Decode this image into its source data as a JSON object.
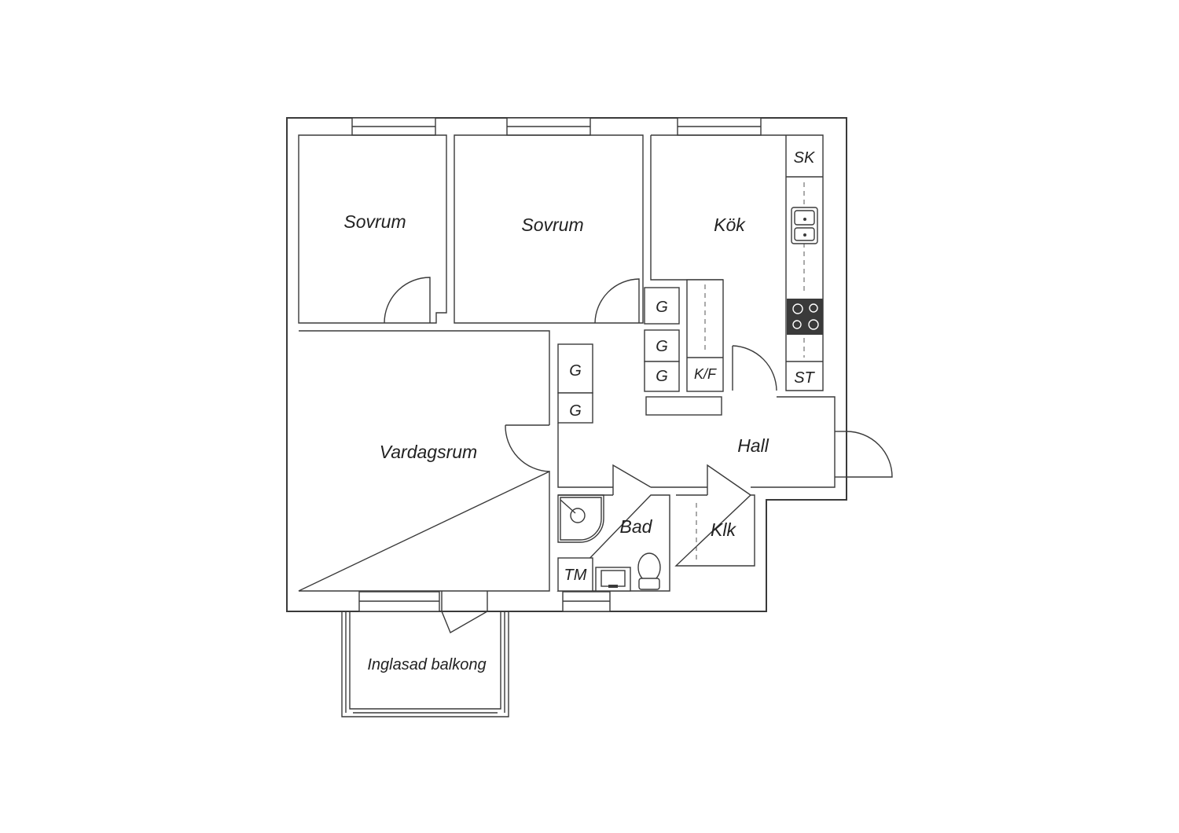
{
  "rooms": {
    "sovrum_1": "Sovrum",
    "sovrum_2": "Sovrum",
    "kok": "Kök",
    "vardagsrum": "Vardagsrum",
    "hall": "Hall",
    "bad": "Bad",
    "klk": "Klk",
    "balkong": "Inglasad balkong"
  },
  "fixtures": {
    "sk": "SK",
    "st": "ST",
    "g": "G",
    "kf": "K/F",
    "tm": "TM"
  },
  "colors": {
    "wall": "#3a3a3a",
    "stove": "#3a3a3a"
  }
}
